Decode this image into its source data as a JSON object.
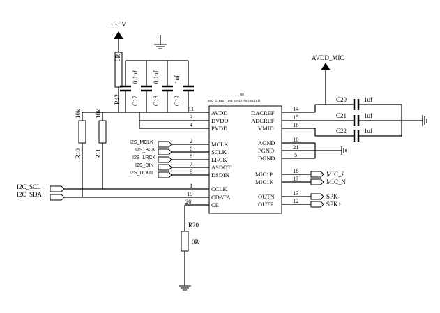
{
  "power": {
    "vcc": "+3.3V",
    "avdd_mic": "AVDD_MIC"
  },
  "chip": {
    "ref": "U6",
    "part": "MIC_1_BIST_VIB_UHDI_HiTurn1h(1)",
    "left_pins": [
      {
        "num": "11",
        "name": "AVDD"
      },
      {
        "num": "3",
        "name": "DVDD"
      },
      {
        "num": "4",
        "name": "PVDD"
      },
      {
        "num": "2",
        "name": "MCLK"
      },
      {
        "num": "6",
        "name": "SCLK"
      },
      {
        "num": "8",
        "name": "LRCK"
      },
      {
        "num": "7",
        "name": "ASDOT"
      },
      {
        "num": "9",
        "name": "DSDIN"
      },
      {
        "num": "1",
        "name": "CCLK"
      },
      {
        "num": "19",
        "name": "CDATA"
      },
      {
        "num": "20",
        "name": "CE"
      }
    ],
    "right_pins": [
      {
        "num": "14",
        "name": "DACREF"
      },
      {
        "num": "15",
        "name": "ADCREF"
      },
      {
        "num": "16",
        "name": "VMID"
      },
      {
        "num": "10",
        "name": "AGND"
      },
      {
        "num": "21",
        "name": "PGND"
      },
      {
        "num": "5",
        "name": "DGND"
      },
      {
        "num": "18",
        "name": "MIC1P"
      },
      {
        "num": "17",
        "name": "MIC1N"
      },
      {
        "num": "13",
        "name": "OUTN"
      },
      {
        "num": "12",
        "name": "OUTP"
      }
    ]
  },
  "resistors": {
    "r42": {
      "ref": "R42",
      "value": "0R"
    },
    "r10": {
      "ref": "R10",
      "value": "10k"
    },
    "r11": {
      "ref": "R11",
      "value": "10k"
    },
    "r20": {
      "ref": "R20",
      "value": "0R"
    }
  },
  "capacitors": {
    "c17": {
      "ref": "C17",
      "value": "0.1uf"
    },
    "c18": {
      "ref": "C18",
      "value": "0.1uf"
    },
    "c19": {
      "ref": "C19",
      "value": "1uf"
    },
    "c20": {
      "ref": "C20",
      "value": "1uf"
    },
    "c21": {
      "ref": "C21",
      "value": "1uf"
    },
    "c22": {
      "ref": "C22",
      "value": "1uf"
    }
  },
  "i2s_nets": [
    "I2S_MCLK",
    "I2S_BCK",
    "I2S_LRCK",
    "I2S_DIN",
    "I2S_DOUT"
  ],
  "i2c_nets": [
    "I2C_SCL",
    "I2C_SDA"
  ],
  "mic_nets": [
    "MIC_P",
    "MIC_N"
  ],
  "spk_nets": [
    "SPK-",
    "SPK+"
  ]
}
